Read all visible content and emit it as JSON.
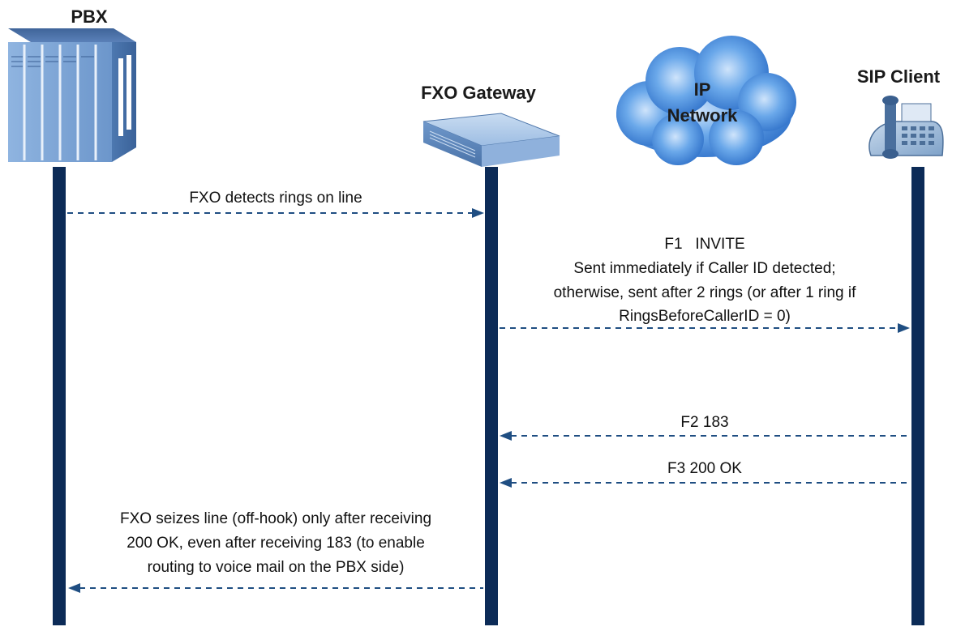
{
  "entities": {
    "pbx": {
      "label": "PBX",
      "icon": "pbx-server-icon"
    },
    "gateway": {
      "label": "FXO Gateway",
      "icon": "gateway-device-icon"
    },
    "network": {
      "line1": "IP",
      "line2": "Network",
      "icon": "cloud-icon"
    },
    "client": {
      "label": "SIP Client",
      "icon": "phone-icon"
    }
  },
  "messages": {
    "m0": {
      "direction": "pbx-to-gateway",
      "lines": [
        "FXO detects rings on line"
      ]
    },
    "m1": {
      "direction": "gateway-to-client",
      "lines": [
        "F1   INVITE",
        "Sent immediately if Caller ID detected;",
        "otherwise, sent after 2 rings (or after 1 ring if",
        "RingsBeforeCallerID = 0)"
      ]
    },
    "m2": {
      "direction": "client-to-gateway",
      "lines": [
        "F2 183"
      ]
    },
    "m3": {
      "direction": "client-to-gateway",
      "lines": [
        "F3 200 OK"
      ]
    },
    "m4": {
      "direction": "gateway-to-pbx",
      "lines": [
        "FXO seizes line (off-hook) only after receiving",
        "200 OK, even after receiving 183 (to enable",
        "routing to voice mail on the PBX side)"
      ]
    }
  },
  "colors": {
    "lifeline": "#0c2b57",
    "arrow": "#1f4e82",
    "cloud": "#2f7fd8",
    "server": "#6f9bd0"
  }
}
